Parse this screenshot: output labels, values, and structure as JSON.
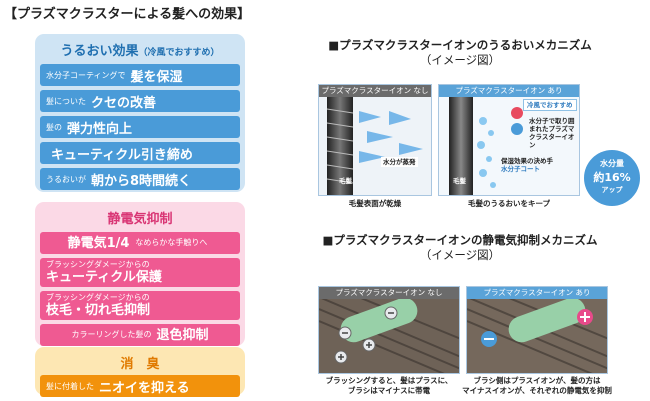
{
  "title": "【プラズマクラスターによる髪への効果】",
  "left": {
    "moisture": {
      "title": "うるおい効果",
      "title_note": "（冷風でおすすめ）",
      "items": [
        {
          "small": "水分子コーティングで",
          "large": "髪を保湿"
        },
        {
          "small": "髪についた",
          "large": "クセの改善"
        },
        {
          "small": "髪の",
          "large": "弾力性向上"
        },
        {
          "small": "",
          "large": "キューティクル引き締め"
        },
        {
          "small": "うるおいが",
          "large": "朝から8時間続く"
        }
      ]
    },
    "static": {
      "title": "静電気抑制",
      "items": [
        {
          "large": "静電気1/4",
          "small": "なめらかな手触りへ"
        },
        {
          "small": "ブラッシングダメージからの",
          "large": "キューティクル保護"
        },
        {
          "small": "ブラッシングダメージからの",
          "large": "枝毛・切れ毛抑制"
        },
        {
          "small": "カラーリングした髪の",
          "large": "退色抑制"
        }
      ]
    },
    "deodor": {
      "title": "消　臭",
      "item": {
        "small": "髪に付着した",
        "large": "ニオイを抑える"
      }
    }
  },
  "right": {
    "moisture": {
      "title": "■プラズマクラスターイオンのうるおいメカニズム",
      "subtitle": "（イメージ図）",
      "without": {
        "head": "プラズマクラスターイオン なし",
        "hair_label": "毛髪",
        "evap_label": "水分が蒸発",
        "caption": "毛髪表面が乾燥"
      },
      "with": {
        "head": "プラズマクラスターイオン あり",
        "cold_tag": "冷風でおすすめ",
        "mol_label": "水分子で取り囲まれたプラズマクラスターイオン",
        "key_label": "保湿効果の決め手",
        "key_label2": "水分子コート",
        "hair_label": "毛髪",
        "caption": "毛髪のうるおいをキープ"
      },
      "badge": {
        "line1": "水分量",
        "line2": "約16%",
        "line3": "アップ"
      }
    },
    "static": {
      "title": "■プラズマクラスターイオンの静電気抑制メカニズム",
      "subtitle": "（イメージ図）",
      "without": {
        "head": "プラズマクラスターイオン なし",
        "caption1": "ブラッシングすると、髪はプラスに、",
        "caption2": "ブラシはマイナスに帯電"
      },
      "with": {
        "head": "プラズマクラスターイオン あり",
        "caption1": "ブラシ側はプラスイオンが、髪の方は",
        "caption2": "マイナスイオンが、それぞれの静電気を抑制"
      }
    }
  },
  "colors": {
    "blue": "#4a9bd8",
    "pink": "#ef5a92",
    "orange": "#f2920c"
  }
}
